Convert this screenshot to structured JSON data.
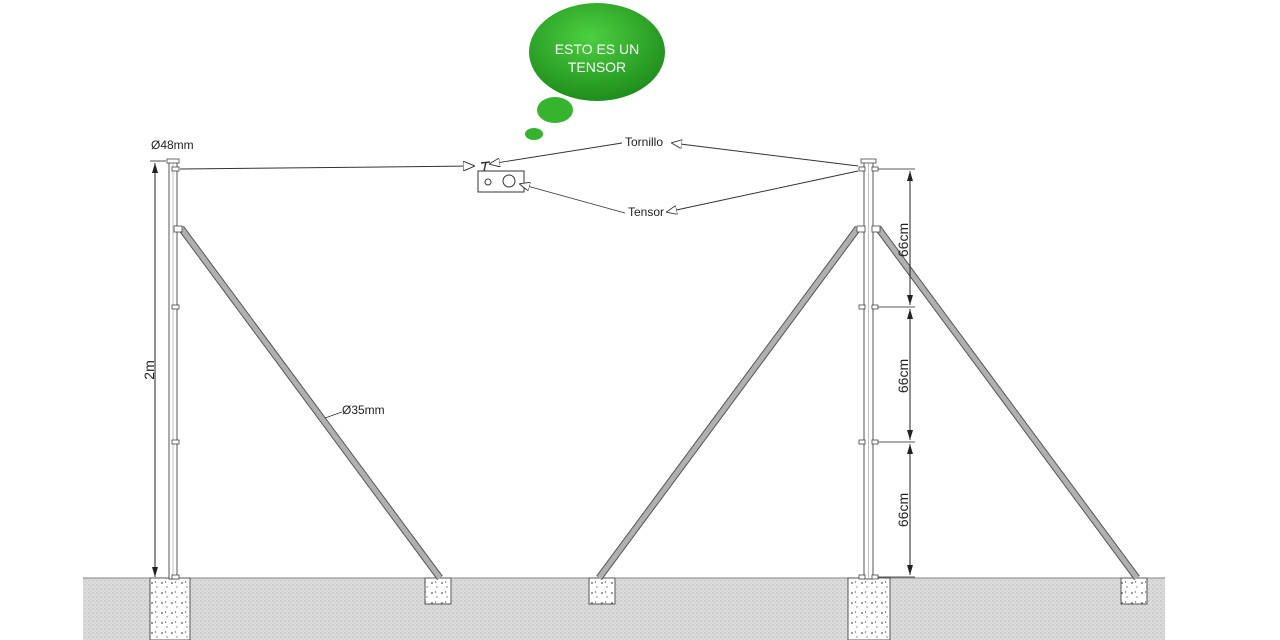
{
  "bubble": {
    "line1": "ESTO ES UN",
    "line2": "TENSOR"
  },
  "labels": {
    "post_diameter": "Ø48mm",
    "brace_diameter": "Ø35mm",
    "height": "2m",
    "bolt": "Tornillo",
    "tensioner": "Tensor",
    "spacing_1": "66cm",
    "spacing_2": "66cm",
    "spacing_3": "66cm"
  },
  "colors": {
    "bubble": "#35b52e",
    "bubble_dark": "#1f8e1c",
    "ground": "#d9d9d9",
    "brace": "#b0b0b0"
  }
}
